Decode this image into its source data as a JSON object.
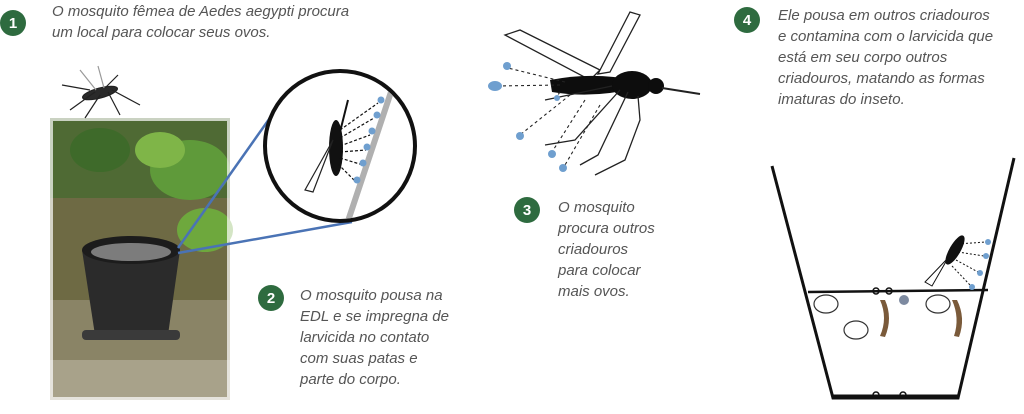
{
  "steps": [
    {
      "number": "1",
      "lines": [
        "O mosquito fêmea de Aedes aegypti procura",
        "um local para colocar seus ovos."
      ]
    },
    {
      "number": "2",
      "lines": [
        "O mosquito pousa na",
        "EDL e se impregna de",
        "larvicida no contato",
        "com suas patas e",
        "parte do corpo."
      ]
    },
    {
      "number": "3",
      "lines": [
        "O mosquito",
        "procura outros",
        "criadouros",
        "para colocar",
        "mais ovos."
      ]
    },
    {
      "number": "4",
      "lines": [
        "Ele pousa em outros criadouros",
        "e contamina com o larvicida que",
        "está em seu corpo outros",
        "criadouros, matando as formas",
        "imaturas do inseto."
      ]
    }
  ],
  "colors": {
    "badge": "#2e6b3f",
    "caption_text": "#555555",
    "larvicide_dot": "#6f9fcf",
    "connector": "#4a73b5"
  }
}
